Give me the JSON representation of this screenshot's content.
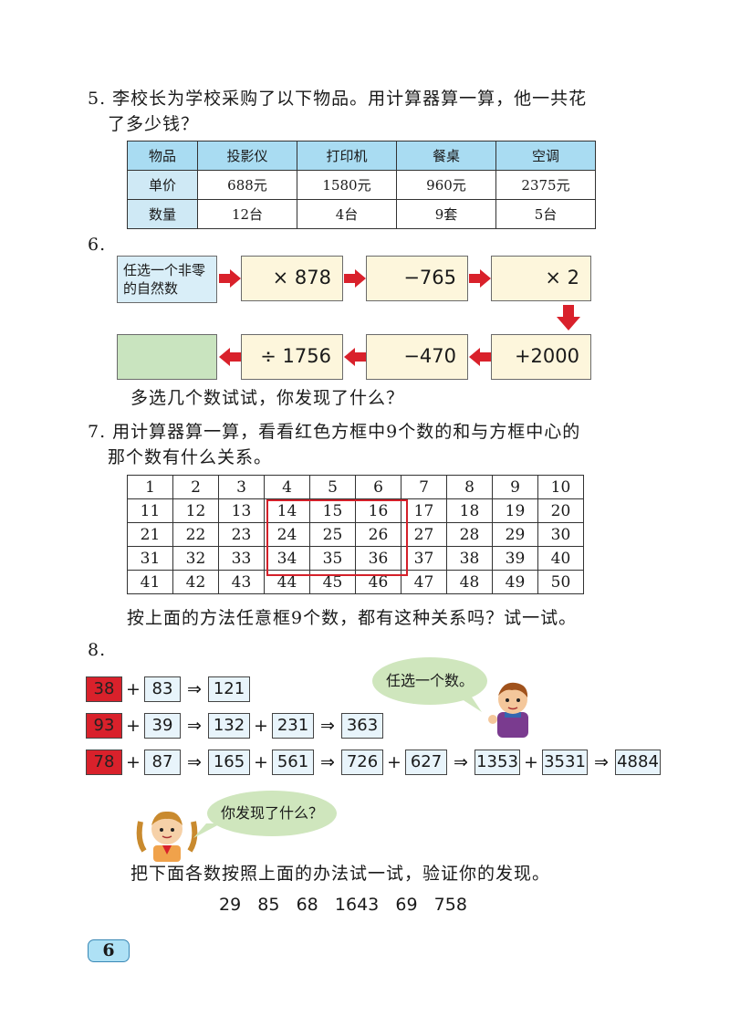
{
  "q5": {
    "text_line1": "5. 李校长为学校采购了以下物品。用计算器算一算，他一共花",
    "text_line2": "了多少钱？",
    "table": {
      "header": [
        "物品",
        "投影仪",
        "打印机",
        "餐桌",
        "空调"
      ],
      "rows": [
        [
          "单价",
          "688元",
          "1580元",
          "960元",
          "2375元"
        ],
        [
          "数量",
          "12台",
          "4台",
          "9套",
          "5台"
        ]
      ]
    }
  },
  "q6": {
    "number": "6.",
    "start": "任选一个非零的自然数",
    "ops": [
      "× 878",
      "−765",
      "× 2",
      "+2000",
      "−470",
      "÷ 1756"
    ],
    "prompt": "多选几个数试试，你发现了什么？"
  },
  "q7": {
    "text_line1": "7. 用计算器算一算，看看红色方框中9个数的和与方框中心的",
    "text_line2": "那个数有什么关系。",
    "grid": [
      [
        "1",
        "2",
        "3",
        "4",
        "5",
        "6",
        "7",
        "8",
        "9",
        "10"
      ],
      [
        "11",
        "12",
        "13",
        "14",
        "15",
        "16",
        "17",
        "18",
        "19",
        "20"
      ],
      [
        "21",
        "22",
        "23",
        "24",
        "25",
        "26",
        "27",
        "28",
        "29",
        "30"
      ],
      [
        "31",
        "32",
        "33",
        "34",
        "35",
        "36",
        "37",
        "38",
        "39",
        "40"
      ],
      [
        "41",
        "42",
        "43",
        "44",
        "45",
        "46",
        "47",
        "48",
        "49",
        "50"
      ]
    ],
    "prompt": "按上面的方法任意框9个数，都有这种关系吗？试一试。"
  },
  "q8": {
    "number": "8.",
    "rows": [
      [
        "38",
        "+",
        "83",
        "⇒",
        "121"
      ],
      [
        "93",
        "+",
        "39",
        "⇒",
        "132",
        "+",
        "231",
        "⇒",
        "363"
      ],
      [
        "78",
        "+",
        "87",
        "⇒",
        "165",
        "+",
        "561",
        "⇒",
        "726",
        "+",
        "627",
        "⇒",
        "1353",
        "+",
        "3531",
        "⇒",
        "4884"
      ]
    ],
    "bubble_boy": "任选一个数。",
    "bubble_girl": "你发现了什么？",
    "prompt": "把下面各数按照上面的办法试一试，验证你的发现。",
    "numbers": "29   85   68   1643   69   758"
  },
  "page_number": "6",
  "colors": {
    "red": "#d9212b",
    "header_blue": "#a9dcf2",
    "box_cream": "#fdf6dc",
    "bubble_green": "#cfe6bd"
  }
}
